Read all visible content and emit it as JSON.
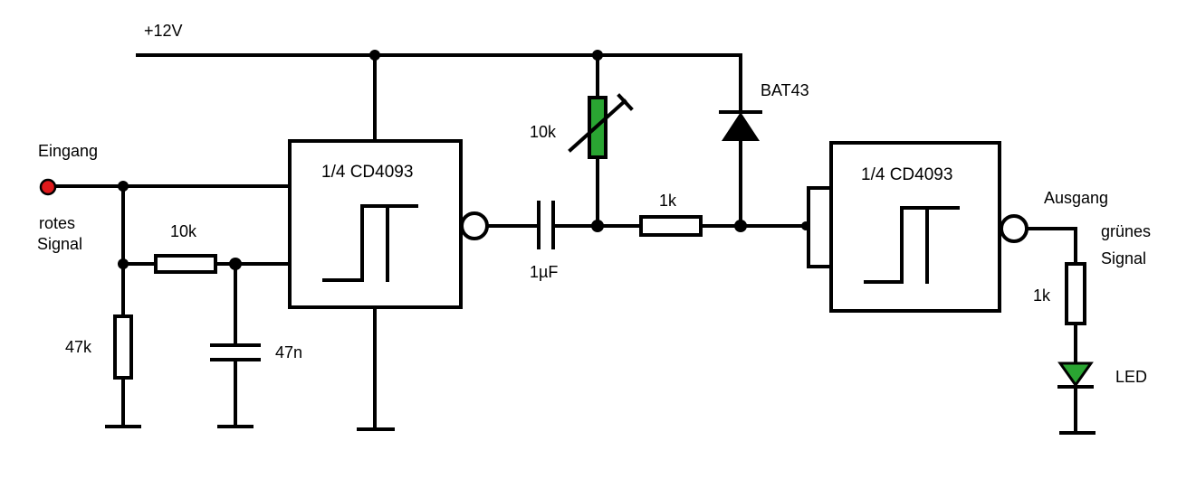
{
  "labels": {
    "supply": "+12V",
    "input": "Eingang",
    "input_signal_1": "rotes",
    "input_signal_2": "Signal",
    "output": "Ausgang",
    "output_signal_1": "grünes",
    "output_signal_2": "Signal"
  },
  "gates": {
    "gate1": "1/4 CD4093",
    "gate2": "1/4 CD4093"
  },
  "components": {
    "r_input_series": "10k",
    "r_input_pulldown": "47k",
    "c_input": "47n",
    "c_coupling": "1µF",
    "r_trimmer": "10k",
    "r_mid": "1k",
    "diode": "BAT43",
    "r_led": "1k",
    "led": "LED"
  },
  "colors": {
    "input_dot": "#e0191b",
    "trimmer": "#2aa532",
    "led": "#2aa532"
  }
}
